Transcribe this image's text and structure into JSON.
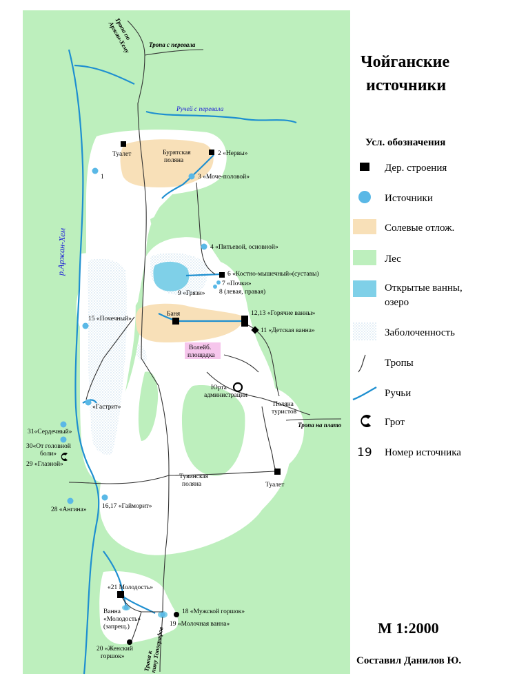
{
  "title": [
    "Чойганские",
    "источники"
  ],
  "legend": {
    "heading": "Усл. обозначения",
    "items": [
      {
        "symbol": "wooden-building",
        "label": "Дер. строения"
      },
      {
        "symbol": "spring",
        "label": "Источники"
      },
      {
        "symbol": "salt-deposits",
        "label": "Солевые отлож."
      },
      {
        "symbol": "forest",
        "label": "Лес"
      },
      {
        "symbol": "open-baths",
        "label": "Открытые ванны,",
        "label2": "озеро"
      },
      {
        "symbol": "swamp",
        "label": "Заболоченность"
      },
      {
        "symbol": "trails",
        "label": "Тропы"
      },
      {
        "symbol": "streams",
        "label": "Ручьи"
      },
      {
        "symbol": "grotto",
        "label": "Грот"
      },
      {
        "symbol": "spring-number",
        "number": "19",
        "label": "Номер источника"
      }
    ]
  },
  "scale": "М 1:2000",
  "author": "Составил Данилов Ю.",
  "colors": {
    "forest": "#bdefbd",
    "clearing": "#ffffff",
    "salt": "#f8e0b8",
    "water": "#7fd0e8",
    "spring": "#5ab8e6",
    "river": "#1e8fd0",
    "volleyball": "#f6c6ec"
  },
  "labels": {
    "trail_arzhan": [
      "Тропа по",
      "Аржан-Хему"
    ],
    "trail_pass": "Тропа с перевала",
    "stream_pass": "Ручей с перевала",
    "river": "р.Аржан-Хем",
    "toilet_top": "Туалет",
    "buryat_glade": [
      "Бурятская",
      "поляна"
    ],
    "s1": "1",
    "s2": "2 «Нервы»",
    "s3": "3 «Моче-половой»",
    "s4": "4 «Питьевой, основной»",
    "s6": "6 «Костно-мышечный»(суставы)",
    "s7": "7 «Почки»",
    "s8": "8 (левая, правая)",
    "s9": "9 «Грязи»",
    "s15": "15 «Почечный»",
    "banya": "Баня",
    "s12_13": "12,13 «Горячие ванны»",
    "s11": "11 «Детская ванна»",
    "volleyball": [
      "Волейб.",
      "площадка"
    ],
    "yurt": [
      "Юрта",
      "администрации"
    ],
    "tourist_glade": [
      "Поляна",
      "туристов"
    ],
    "trail_plateau": "Тропа на плато",
    "gastrit": "«Гастрит»",
    "s31": "31«Сердечный»",
    "s30": [
      "30«От головной",
      "боли»"
    ],
    "s29": "29 «Глазной»",
    "tuva_glade": [
      "Тувинская",
      "поляна"
    ],
    "toilet_bottom": "Туалет",
    "s28": "28 «Ангина»",
    "s16_17": "16,17 «Гайморит»",
    "s21": "«21 Молодость»",
    "bath_youth": [
      "Ванна",
      "«Молодость»",
      "(запрещ.)"
    ],
    "s18": "18 «Мужской горшок»",
    "s19": "19 «Молочная ванна»",
    "s20": [
      "20 «Женский",
      "горшок»"
    ],
    "trail_topograph": [
      "Тропа к",
      "пику Топографов"
    ]
  }
}
